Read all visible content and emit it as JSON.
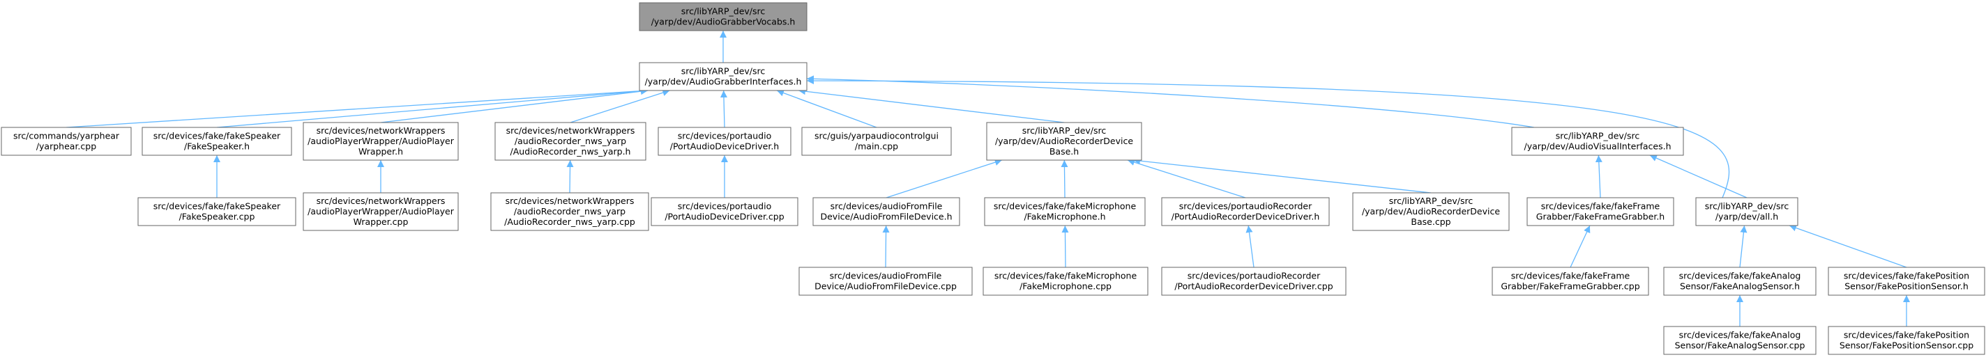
{
  "colors": {
    "edge": "#63b8ff",
    "node_border": "#666666",
    "root_fill": "#999999",
    "node_fill": "#ffffff"
  },
  "nodes": {
    "vocabs": [
      "src/libYARP_dev/src",
      "/yarp/dev/AudioGrabberVocabs.h"
    ],
    "grabber_ifaces": [
      "src/libYARP_dev/src",
      "/yarp/dev/AudioGrabberInterfaces.h"
    ],
    "yarphear": [
      "src/commands/yarphear",
      "/yarphear.cpp"
    ],
    "fake_speaker_h": [
      "src/devices/fake/fakeSpeaker",
      "/FakeSpeaker.h"
    ],
    "player_wrapper_h": [
      "src/devices/networkWrappers",
      "/audioPlayerWrapper/AudioPlayer",
      "Wrapper.h"
    ],
    "recorder_nws_h": [
      "src/devices/networkWrappers",
      "/audioRecorder_nws_yarp",
      "/AudioRecorder_nws_yarp.h"
    ],
    "portaudio_h": [
      "src/devices/portaudio",
      "/PortAudioDeviceDriver.h"
    ],
    "yarpaudiocontrolgui": [
      "src/guis/yarpaudiocontrolgui",
      "/main.cpp"
    ],
    "recorder_base_h": [
      "src/libYARP_dev/src",
      "/yarp/dev/AudioRecorderDevice",
      "Base.h"
    ],
    "av_ifaces": [
      "src/libYARP_dev/src",
      "/yarp/dev/AudioVisualInterfaces.h"
    ],
    "all_h": [
      "src/libYARP_dev/src",
      "/yarp/dev/all.h"
    ],
    "fake_speaker_cpp": [
      "src/devices/fake/fakeSpeaker",
      "/FakeSpeaker.cpp"
    ],
    "player_wrapper_cpp": [
      "src/devices/networkWrappers",
      "/audioPlayerWrapper/AudioPlayer",
      "Wrapper.cpp"
    ],
    "recorder_nws_cpp": [
      "src/devices/networkWrappers",
      "/audioRecorder_nws_yarp",
      "/AudioRecorder_nws_yarp.cpp"
    ],
    "portaudio_cpp": [
      "src/devices/portaudio",
      "/PortAudioDeviceDriver.cpp"
    ],
    "audio_from_file_h": [
      "src/devices/audioFromFile",
      "Device/AudioFromFileDevice.h"
    ],
    "fake_mic_h": [
      "src/devices/fake/fakeMicrophone",
      "/FakeMicrophone.h"
    ],
    "pa_recorder_h": [
      "src/devices/portaudioRecorder",
      "/PortAudioRecorderDeviceDriver.h"
    ],
    "recorder_base_cpp": [
      "src/libYARP_dev/src",
      "/yarp/dev/AudioRecorderDevice",
      "Base.cpp"
    ],
    "fake_frame_grabber_h": [
      "src/devices/fake/fakeFrame",
      "Grabber/FakeFrameGrabber.h"
    ],
    "audio_from_file_cpp": [
      "src/devices/audioFromFile",
      "Device/AudioFromFileDevice.cpp"
    ],
    "fake_mic_cpp": [
      "src/devices/fake/fakeMicrophone",
      "/FakeMicrophone.cpp"
    ],
    "pa_recorder_cpp": [
      "src/devices/portaudioRecorder",
      "/PortAudioRecorderDeviceDriver.cpp"
    ],
    "fake_frame_grabber_cpp": [
      "src/devices/fake/fakeFrame",
      "Grabber/FakeFrameGrabber.cpp"
    ],
    "fake_analog_h": [
      "src/devices/fake/fakeAnalog",
      "Sensor/FakeAnalogSensor.h"
    ],
    "fake_position_h": [
      "src/devices/fake/fakePosition",
      "Sensor/FakePositionSensor.h"
    ],
    "fake_analog_cpp": [
      "src/devices/fake/fakeAnalog",
      "Sensor/FakeAnalogSensor.cpp"
    ],
    "fake_position_cpp": [
      "src/devices/fake/fakePosition",
      "Sensor/FakePositionSensor.cpp"
    ]
  },
  "edges": [
    [
      "grabber_ifaces",
      "vocabs"
    ],
    [
      "yarphear",
      "grabber_ifaces"
    ],
    [
      "fake_speaker_h",
      "grabber_ifaces"
    ],
    [
      "player_wrapper_h",
      "grabber_ifaces"
    ],
    [
      "recorder_nws_h",
      "grabber_ifaces"
    ],
    [
      "portaudio_h",
      "grabber_ifaces"
    ],
    [
      "yarpaudiocontrolgui",
      "grabber_ifaces"
    ],
    [
      "recorder_base_h",
      "grabber_ifaces"
    ],
    [
      "av_ifaces",
      "grabber_ifaces"
    ],
    [
      "all_h",
      "grabber_ifaces"
    ],
    [
      "fake_speaker_cpp",
      "fake_speaker_h"
    ],
    [
      "player_wrapper_cpp",
      "player_wrapper_h"
    ],
    [
      "recorder_nws_cpp",
      "recorder_nws_h"
    ],
    [
      "portaudio_cpp",
      "portaudio_h"
    ],
    [
      "audio_from_file_h",
      "recorder_base_h"
    ],
    [
      "fake_mic_h",
      "recorder_base_h"
    ],
    [
      "pa_recorder_h",
      "recorder_base_h"
    ],
    [
      "recorder_base_cpp",
      "recorder_base_h"
    ],
    [
      "fake_frame_grabber_h",
      "av_ifaces"
    ],
    [
      "all_h",
      "av_ifaces"
    ],
    [
      "audio_from_file_cpp",
      "audio_from_file_h"
    ],
    [
      "fake_mic_cpp",
      "fake_mic_h"
    ],
    [
      "pa_recorder_cpp",
      "pa_recorder_h"
    ],
    [
      "fake_frame_grabber_cpp",
      "fake_frame_grabber_h"
    ],
    [
      "fake_analog_h",
      "all_h"
    ],
    [
      "fake_position_h",
      "all_h"
    ],
    [
      "fake_analog_cpp",
      "fake_analog_h"
    ],
    [
      "fake_position_cpp",
      "fake_position_h"
    ]
  ]
}
